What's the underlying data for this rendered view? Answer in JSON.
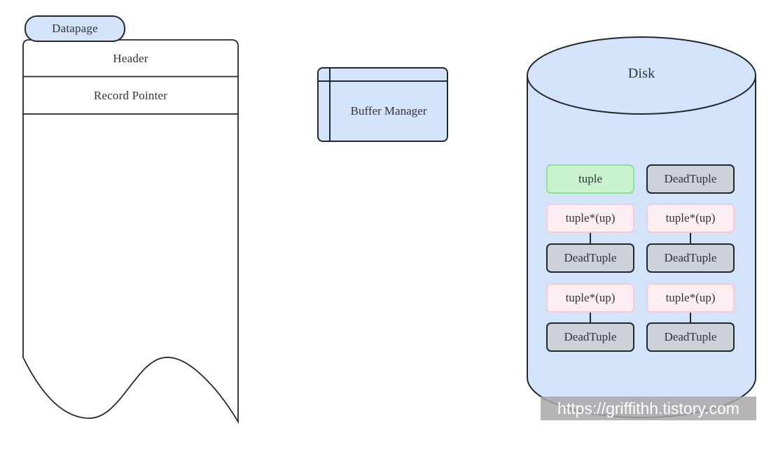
{
  "datapage": {
    "tab_label": "Datapage",
    "sections": [
      {
        "label": "Header"
      },
      {
        "label": "Record Pointer"
      }
    ]
  },
  "buffer_manager": {
    "label": "Buffer Manager"
  },
  "disk": {
    "label": "Disk",
    "cells": [
      {
        "label": "tuple",
        "type": "live-tuple"
      },
      {
        "label": "DeadTuple",
        "type": "dead-tuple"
      },
      {
        "label": "tuple*(up)",
        "type": "updated-tuple"
      },
      {
        "label": "tuple*(up)",
        "type": "updated-tuple"
      },
      {
        "label": "DeadTuple",
        "type": "dead-tuple"
      },
      {
        "label": "DeadTuple",
        "type": "dead-tuple"
      },
      {
        "label": "tuple*(up)",
        "type": "updated-tuple"
      },
      {
        "label": "tuple*(up)",
        "type": "updated-tuple"
      },
      {
        "label": "DeadTuple",
        "type": "dead-tuple"
      },
      {
        "label": "DeadTuple",
        "type": "dead-tuple"
      }
    ]
  },
  "watermark": {
    "url_text": "https://griffithh.tistory.com"
  },
  "colors": {
    "shape_fill_blue": "#d3e3fa",
    "outline_dark": "#23272e",
    "live_tuple_fill": "#c9f2cd",
    "live_tuple_border": "#90e09b",
    "updated_tuple_fill": "#fdeef2",
    "updated_tuple_border": "#f9c9d8",
    "dead_tuple_fill": "#ccd1da",
    "text_dark": "#2f333c",
    "watermark_band": "#a8a8a8",
    "watermark_text": "#ffffff"
  }
}
